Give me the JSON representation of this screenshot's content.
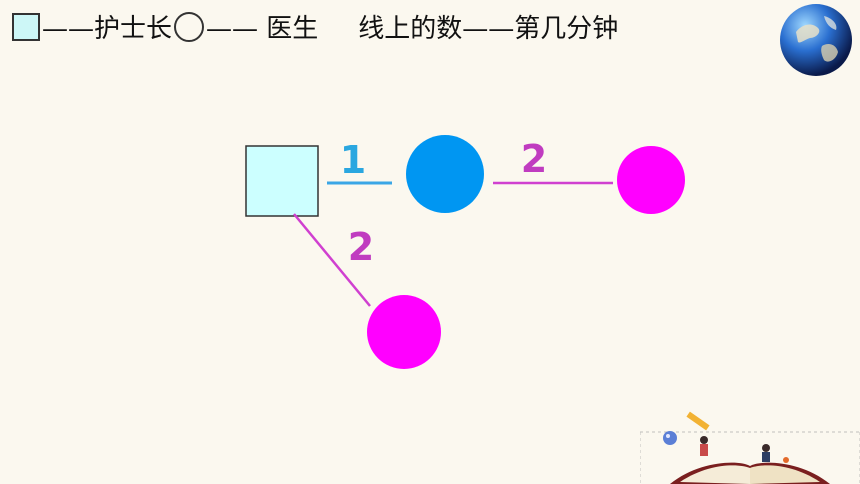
{
  "legend": {
    "square_text": "——护士长",
    "circle_text": "—— 医生",
    "line_text": "线上的数——第几分钟"
  },
  "diagram": {
    "label_1": "1",
    "label_2_right": "2",
    "label_2_down": "2"
  },
  "colors": {
    "square_fill": "#ccffff",
    "blue": "#0096f2",
    "magenta": "#ff00ff",
    "label_magenta": "#c03cc0",
    "label_blue": "#2aa7e0",
    "line_magenta": "#d040d0"
  },
  "icons": {
    "globe": "globe-icon",
    "book": "open-book-illustration"
  }
}
